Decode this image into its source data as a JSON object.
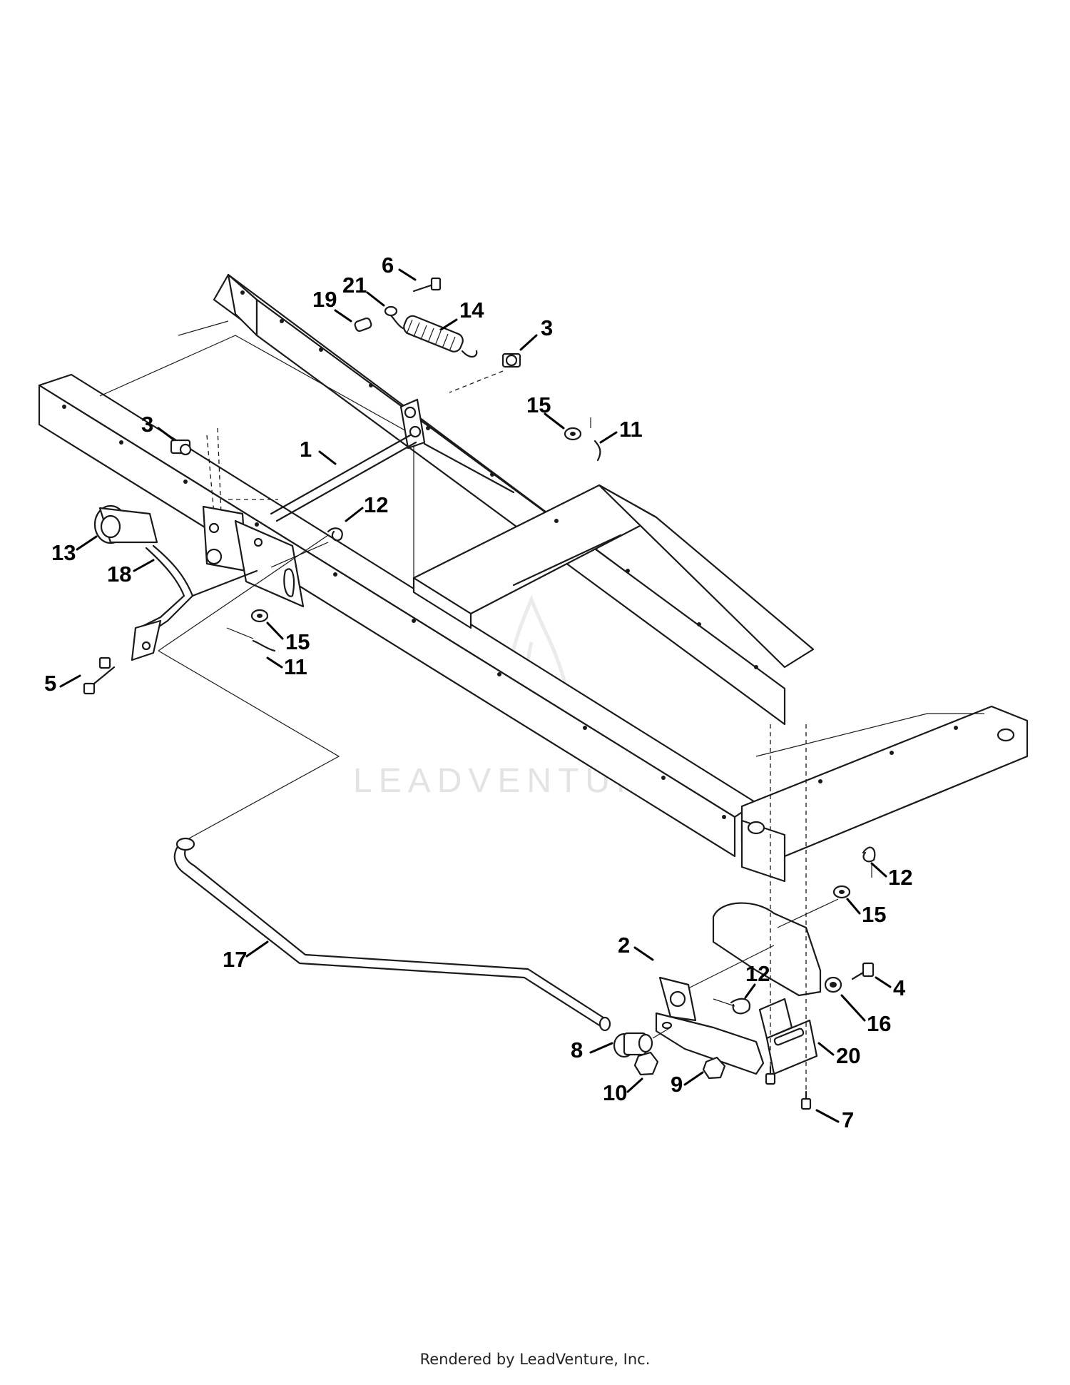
{
  "watermark": {
    "text": "LEADVENTURE"
  },
  "footer": {
    "text": "Rendered by LeadVenture, Inc."
  },
  "callouts": [
    "1",
    "2",
    "3",
    "3",
    "4",
    "5",
    "6",
    "7",
    "8",
    "9",
    "10",
    "11",
    "11",
    "12",
    "12",
    "12",
    "13",
    "14",
    "15",
    "15",
    "15",
    "16",
    "17",
    "18",
    "19",
    "20",
    "21"
  ],
  "colors": {
    "line": "#1a1a1a",
    "watermark": "#e3e3e3"
  }
}
